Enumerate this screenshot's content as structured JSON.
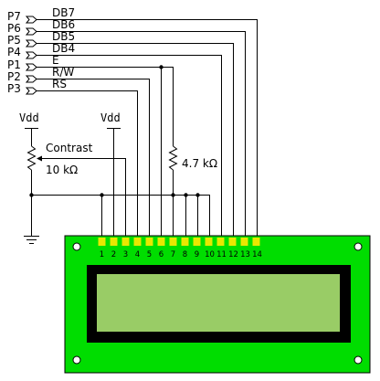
{
  "ports": [
    {
      "port": "P7",
      "signal": "DB7"
    },
    {
      "port": "P6",
      "signal": "DB6"
    },
    {
      "port": "P5",
      "signal": "DB5"
    },
    {
      "port": "P4",
      "signal": "DB4"
    },
    {
      "port": "P1",
      "signal": "E"
    },
    {
      "port": "P2",
      "signal": "R/W"
    },
    {
      "port": "P3",
      "signal": "RS"
    }
  ],
  "supply": {
    "left_label": "Vdd",
    "right_label": "Vdd"
  },
  "contrast": {
    "label": "Contrast",
    "value": "10 kΩ"
  },
  "pullup": {
    "value": "4.7 kΩ"
  },
  "pins": [
    "1",
    "2",
    "3",
    "4",
    "5",
    "6",
    "7",
    "8",
    "9",
    "10",
    "11",
    "12",
    "13",
    "14"
  ],
  "colors": {
    "board": "#00dd00",
    "pad": "#e8e800",
    "bezel": "#000000",
    "screen": "#99cc66",
    "hole": "#ffffff"
  }
}
